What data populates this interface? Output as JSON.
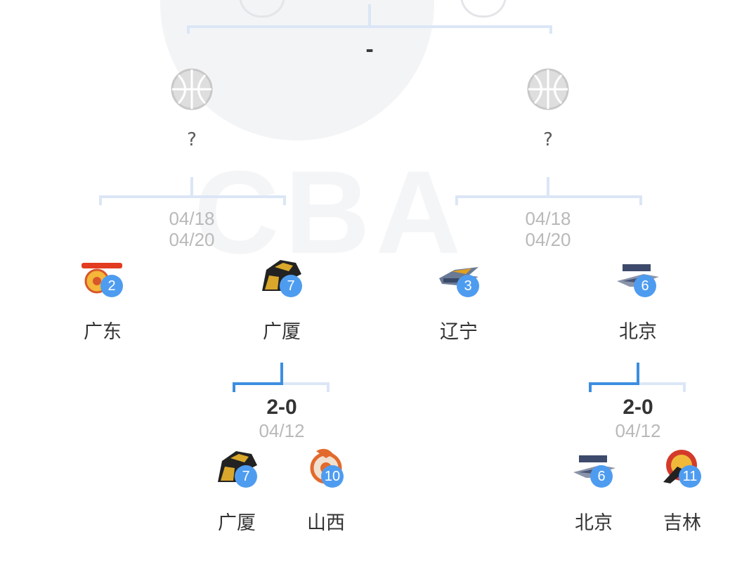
{
  "final": {
    "score": "-"
  },
  "semis": [
    {
      "winner": "?",
      "dates": [
        "04/18",
        "04/20"
      ]
    },
    {
      "winner": "?",
      "dates": [
        "04/18",
        "04/20"
      ]
    }
  ],
  "qf_teams": [
    {
      "name": "广东",
      "seed": "2",
      "logo": "guangdong-logo"
    },
    {
      "name": "广厦",
      "seed": "7",
      "logo": "guangsha-logo"
    },
    {
      "name": "辽宁",
      "seed": "3",
      "logo": "liaoning-logo"
    },
    {
      "name": "北京",
      "seed": "6",
      "logo": "beijing-logo"
    }
  ],
  "r1": [
    {
      "score": "2-0",
      "date": "04/12",
      "teams": [
        {
          "name": "广厦",
          "seed": "7"
        },
        {
          "name": "山西",
          "seed": "10"
        }
      ]
    },
    {
      "score": "2-0",
      "date": "04/12",
      "teams": [
        {
          "name": "北京",
          "seed": "6"
        },
        {
          "name": "吉林",
          "seed": "11"
        }
      ]
    }
  ],
  "colors": {
    "accent": "#3d8ee0",
    "seed_badge": "#4e9cf0",
    "line_light": "#dbe6f6",
    "date_gray": "#b9b9b9"
  }
}
